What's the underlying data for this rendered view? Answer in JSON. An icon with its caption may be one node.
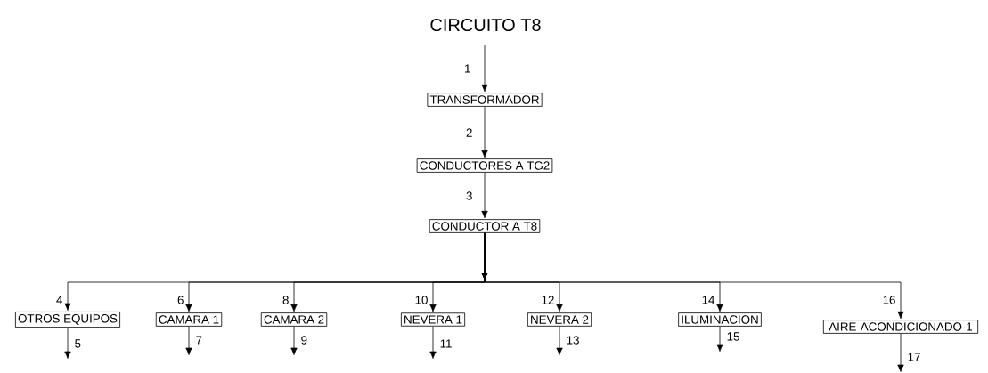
{
  "diagram": {
    "title": "CIRCUITO T8",
    "nodes": [
      {
        "text": [
          "TRANSFORMADOR"
        ]
      },
      {
        "text": [
          "CONDUCTORES A TG2"
        ]
      },
      {
        "text": [
          "CONDUCTOR A T8"
        ]
      },
      {
        "text": [
          "OTROS EQUIPOS"
        ]
      },
      {
        "text": [
          "CAMARA 1"
        ]
      },
      {
        "text": [
          "CAMARA 2"
        ]
      },
      {
        "text": [
          "NEVERA 1"
        ]
      },
      {
        "text": [
          "NEVERA 2"
        ]
      },
      {
        "text": [
          "ILUMINACION"
        ]
      },
      {
        "text": [
          "AIRE ACONDICIONADO 1"
        ]
      }
    ],
    "edges": [
      {
        "from": null,
        "to": 0,
        "arrow": "to",
        "label": "1"
      },
      {
        "from": 0,
        "to": 1,
        "arrow": "to",
        "label": "2"
      },
      {
        "from": 1,
        "to": 2,
        "arrow": "to",
        "label": "3"
      },
      {
        "from": 2,
        "to": 3,
        "arrow": "to",
        "label": "4"
      },
      {
        "from": 3,
        "to": null,
        "arrow": "to",
        "label": "5"
      },
      {
        "from": 2,
        "to": 4,
        "arrow": "to",
        "label": "6"
      },
      {
        "from": 4,
        "to": null,
        "arrow": "to",
        "label": "7"
      },
      {
        "from": 2,
        "to": 5,
        "arrow": "to",
        "label": "8"
      },
      {
        "from": 5,
        "to": null,
        "arrow": "to",
        "label": "9"
      },
      {
        "from": 2,
        "to": 6,
        "arrow": "to",
        "label": "10"
      },
      {
        "from": 6,
        "to": null,
        "arrow": "to",
        "label": "11"
      },
      {
        "from": 2,
        "to": 7,
        "arrow": "to",
        "label": "12"
      },
      {
        "from": 7,
        "to": null,
        "arrow": "to",
        "label": "13"
      },
      {
        "from": 2,
        "to": 8,
        "arrow": "to",
        "label": "14"
      },
      {
        "from": 8,
        "to": null,
        "arrow": "to",
        "label": "15"
      },
      {
        "from": 2,
        "to": 9,
        "arrow": "to",
        "label": "16"
      },
      {
        "from": 9,
        "to": null,
        "arrow": "to",
        "label": "17"
      }
    ]
  }
}
